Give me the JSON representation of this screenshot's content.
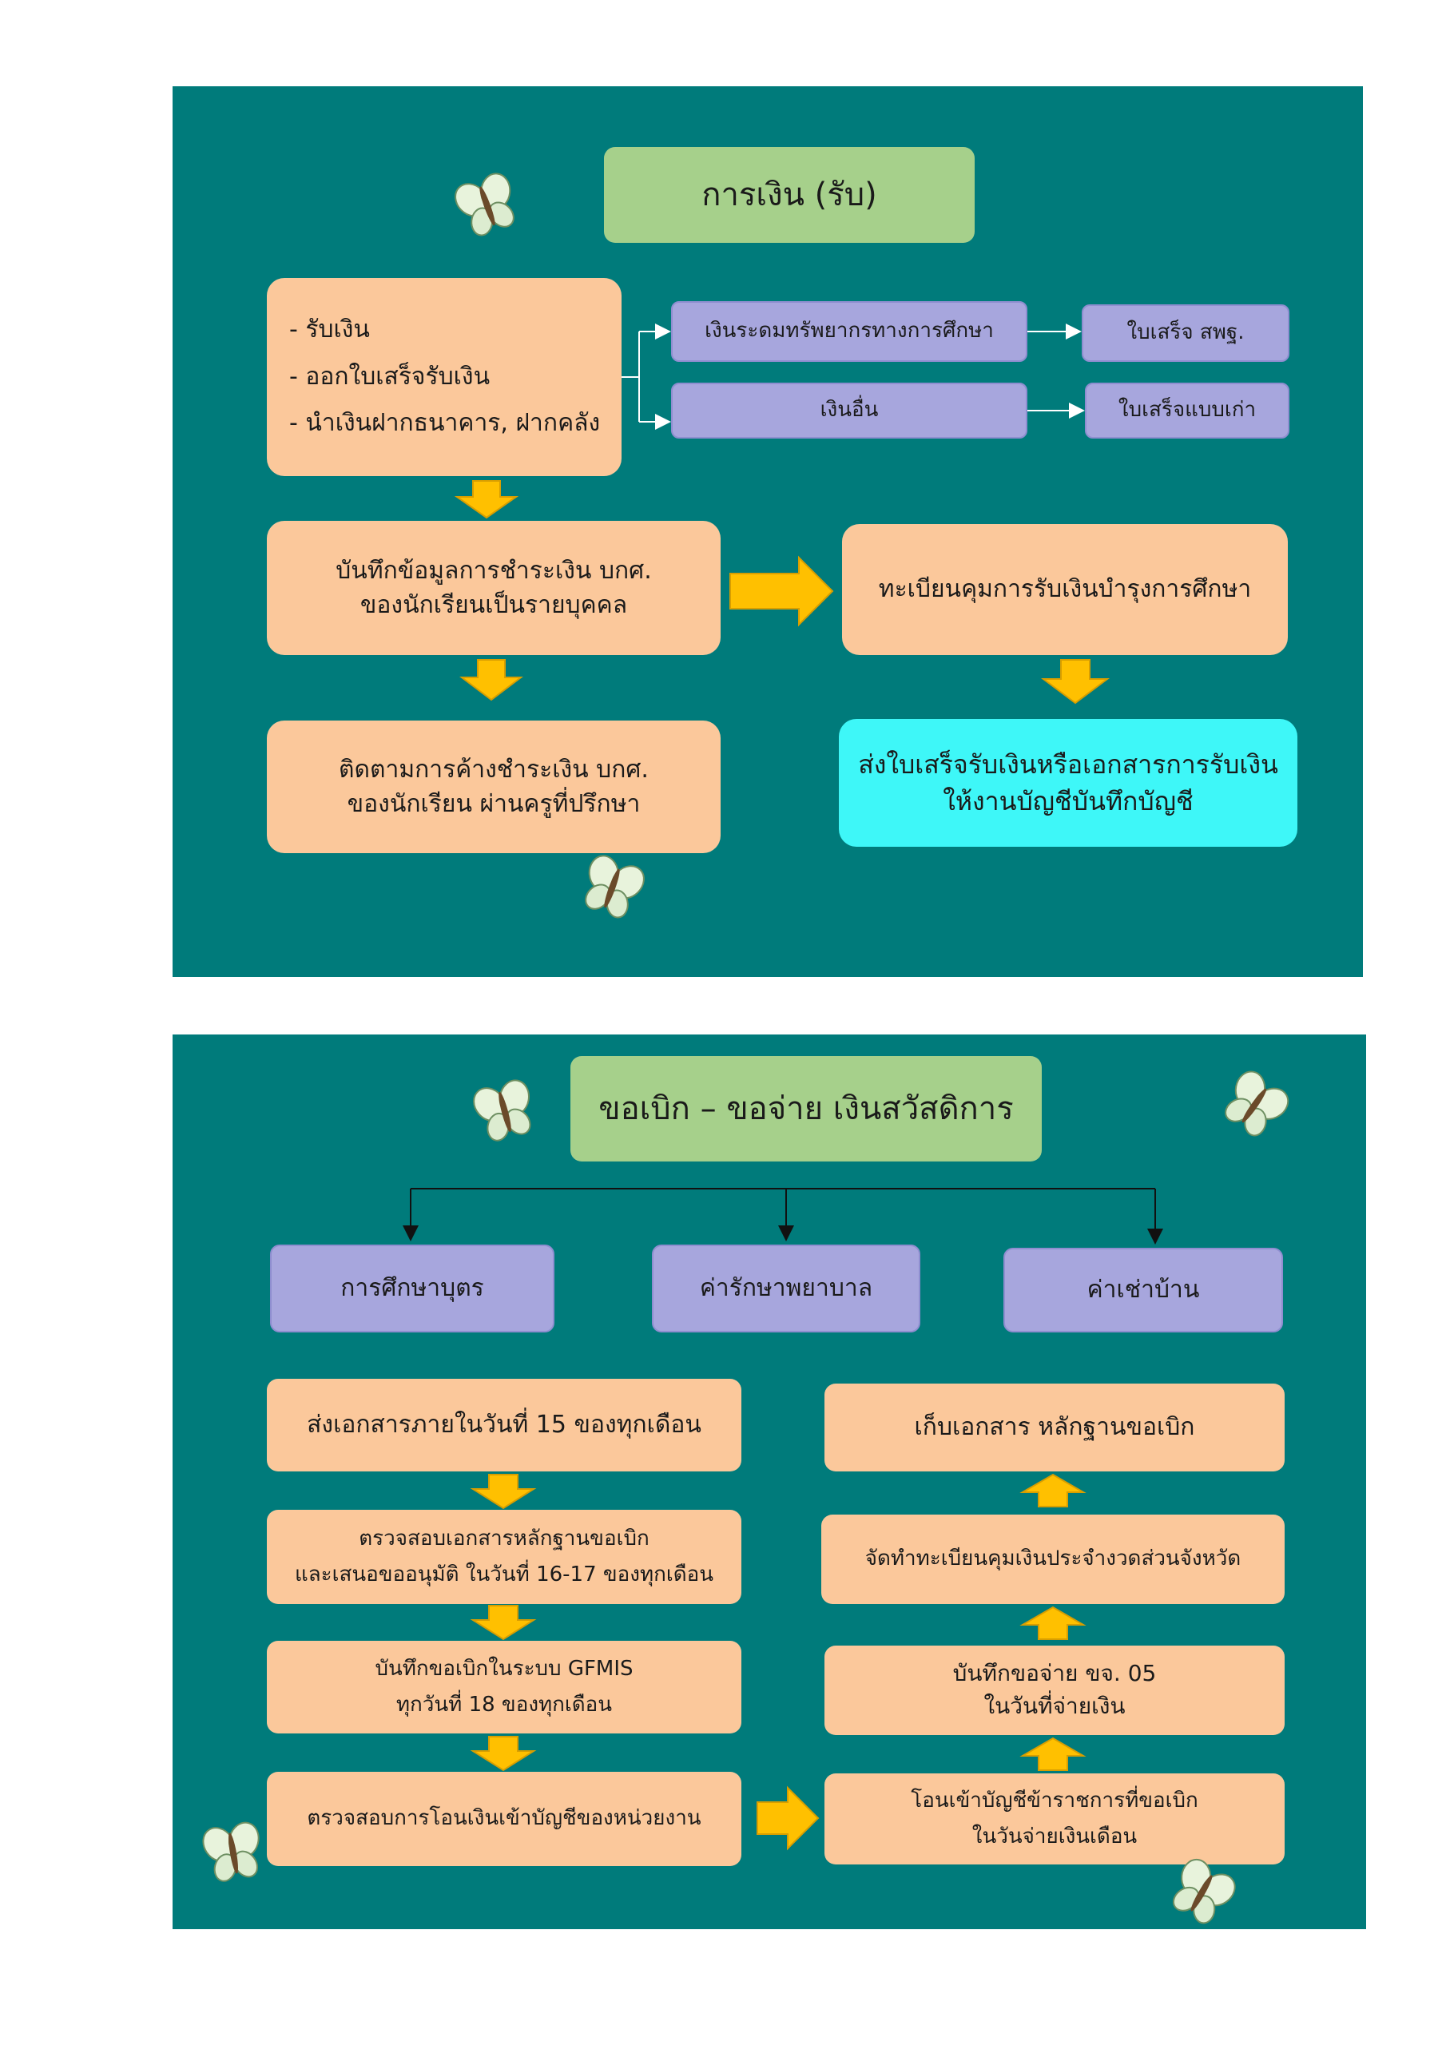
{
  "panel1": {
    "title": "การเงิน (รับ)",
    "receive_steps": [
      "- รับเงิน",
      "- ออกใบเสร็จรับเงิน",
      "- นำเงินฝากธนาคาร, ฝากคลัง"
    ],
    "fund_edu": "เงินระดมทรัพยากรทางการศึกษา",
    "receipt_spt": "ใบเสร็จ สพฐ.",
    "fund_other": "เงินอื่น",
    "receipt_old": "ใบเสร็จแบบเก่า",
    "record": [
      "บันทึกข้อมูลการชำระเงิน บกศ.",
      "ของนักเรียนเป็นรายบุคคล"
    ],
    "register": "ทะเบียนคุมการรับเงินบำรุงการศึกษา",
    "follow": [
      "ติดตามการค้างชำระเงิน บกศ.",
      "ของนักเรียน ผ่านครูที่ปรึกษา"
    ],
    "send": [
      "ส่งใบเสร็จรับเงินหรือเอกสารการรับเงิน",
      "ให้งานบัญชีบันทึกบัญชี"
    ]
  },
  "panel2": {
    "title": "ขอเบิก – ขอจ่าย เงินสวัสดิการ",
    "cat_education": "การศึกษาบุตร",
    "cat_medical": "ค่ารักษาพยาบาล",
    "cat_rent": "ค่าเช่าบ้าน",
    "left_steps": [
      [
        "ส่งเอกสารภายในวันที่ 15 ของทุกเดือน"
      ],
      [
        "ตรวจสอบเอกสารหลักฐานขอเบิก",
        "และเสนอขออนุมัติ ในวันที่ 16-17 ของทุกเดือน"
      ],
      [
        "บันทึกขอเบิกในระบบ GFMIS",
        "ทุกวันที่ 18 ของทุกเดือน"
      ],
      [
        "ตรวจสอบการโอนเงินเข้าบัญชีของหน่วยงาน"
      ]
    ],
    "right_steps": [
      [
        "เก็บเอกสาร หลักฐานขอเบิก"
      ],
      [
        "จัดทำทะเบียนคุมเงินประจำงวดส่วนจังหวัด"
      ],
      [
        "บันทึกขอจ่าย ขจ. 05",
        "ในวันที่จ่ายเงิน"
      ],
      [
        "โอนเข้าบัญชีข้าราชการที่ขอเบิก",
        "ในวันจ่ายเงินเดือน"
      ]
    ]
  },
  "colors": {
    "panel_bg": "#007b7b",
    "title_green": "#a6d08b",
    "box_peach": "#fbc89b",
    "box_lavender": "#a7a6dd",
    "box_cyan": "#3ef7f8",
    "arrow_yellow": "#ffc000"
  }
}
